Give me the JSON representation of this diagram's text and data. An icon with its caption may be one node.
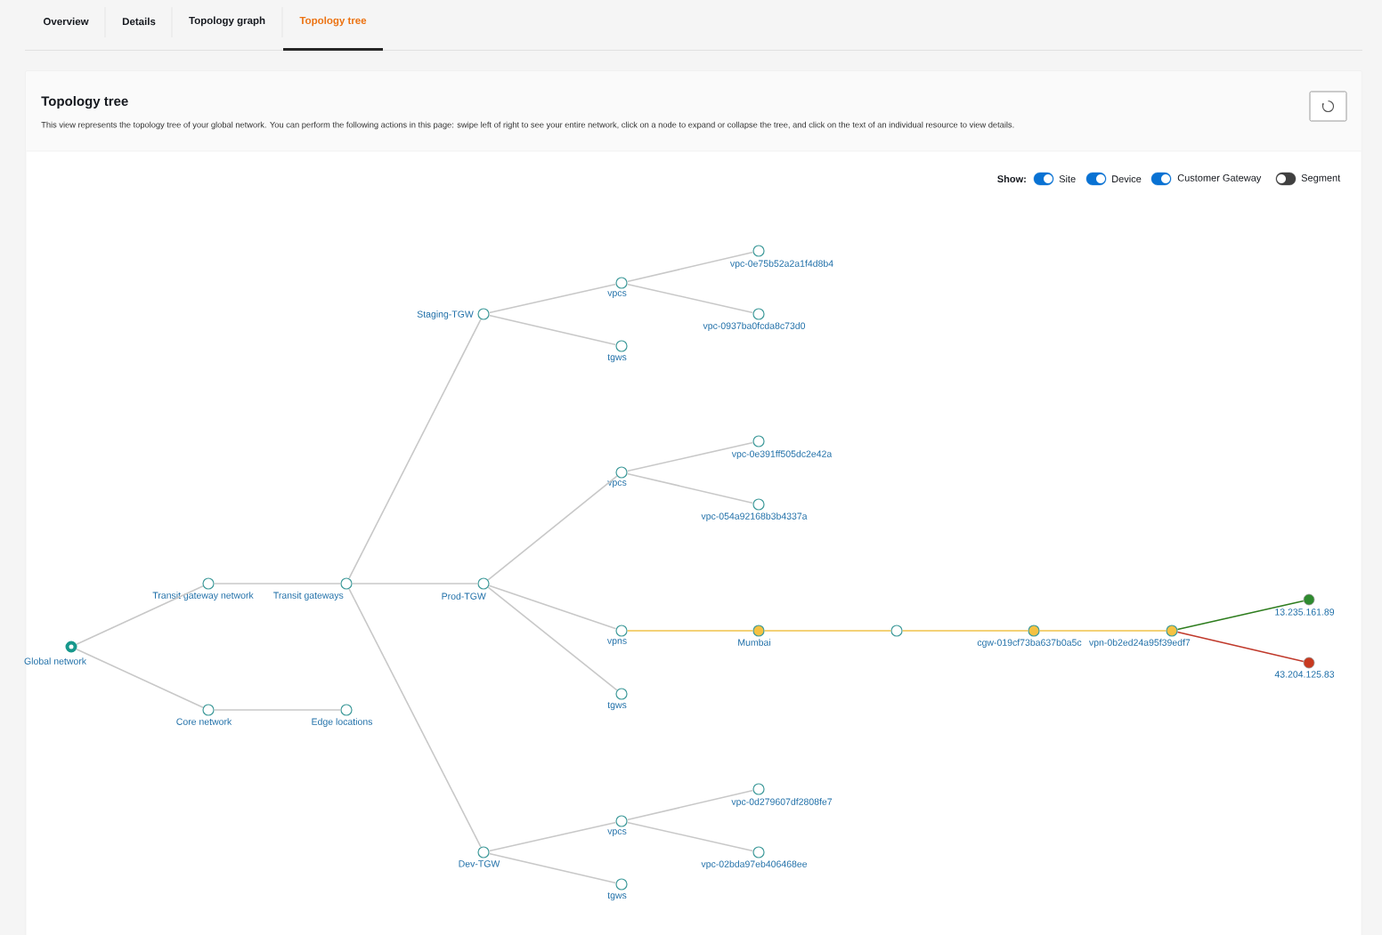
{
  "diagram": {
    "title": "Topology tree",
    "nodes": [
      {
        "text": [
          "Global network"
        ]
      },
      {
        "text": [
          "Transit gateway network"
        ]
      },
      {
        "text": [
          "Core network"
        ]
      },
      {
        "text": [
          "Transit gateways"
        ]
      },
      {
        "text": [
          "Edge locations"
        ]
      },
      {
        "text": [
          "Staging-TGW"
        ]
      },
      {
        "text": [
          "Prod-TGW"
        ]
      },
      {
        "text": [
          "Dev-TGW"
        ]
      },
      {
        "text": [
          "vpcs"
        ]
      },
      {
        "text": [
          "tgws"
        ]
      },
      {
        "text": [
          "vpc-0e75b52a2a1f4d8b4"
        ]
      },
      {
        "text": [
          "vpc-0937ba0fcda8c73d0"
        ]
      },
      {
        "text": [
          "vpcs"
        ]
      },
      {
        "text": [
          "vpns"
        ]
      },
      {
        "text": [
          "tgws"
        ]
      },
      {
        "text": [
          "vpc-0e391ff505dc2e42a"
        ]
      },
      {
        "text": [
          "vpc-054a92168b3b4337a"
        ]
      },
      {
        "text": [
          "Mumbai"
        ]
      },
      {
        "text": [],
        "shape": "circle"
      },
      {
        "text": [
          "cgw-019cf73ba637b0a5c"
        ]
      },
      {
        "text": [
          "vpn-0b2ed24a95f39edf7"
        ]
      },
      {
        "text": [
          "13.235.161.89"
        ]
      },
      {
        "text": [
          "43.204.125.83"
        ]
      },
      {
        "text": [
          "vpcs"
        ]
      },
      {
        "text": [
          "tgws"
        ]
      },
      {
        "text": [
          "vpc-0d279607df2808fe7"
        ]
      },
      {
        "text": [
          "vpc-02bda97eb406468ee"
        ]
      }
    ],
    "edges": [
      {
        "from": 0,
        "to": 1,
        "arrow": "none"
      },
      {
        "from": 0,
        "to": 2,
        "arrow": "none"
      },
      {
        "from": 1,
        "to": 3,
        "arrow": "none"
      },
      {
        "from": 2,
        "to": 4,
        "arrow": "none"
      },
      {
        "from": 3,
        "to": 5,
        "arrow": "none"
      },
      {
        "from": 3,
        "to": 6,
        "arrow": "none"
      },
      {
        "from": 3,
        "to": 7,
        "arrow": "none"
      },
      {
        "from": 5,
        "to": 8,
        "arrow": "none"
      },
      {
        "from": 5,
        "to": 9,
        "arrow": "none"
      },
      {
        "from": 8,
        "to": 10,
        "arrow": "none"
      },
      {
        "from": 8,
        "to": 11,
        "arrow": "none"
      },
      {
        "from": 6,
        "to": 12,
        "arrow": "none"
      },
      {
        "from": 6,
        "to": 13,
        "arrow": "none"
      },
      {
        "from": 6,
        "to": 14,
        "arrow": "none"
      },
      {
        "from": 12,
        "to": 15,
        "arrow": "none"
      },
      {
        "from": 12,
        "to": 16,
        "arrow": "none"
      },
      {
        "from": 13,
        "to": 17,
        "arrow": "none",
        "color": "#f0c24a"
      },
      {
        "from": 17,
        "to": 18,
        "arrow": "none",
        "color": "#f0c24a"
      },
      {
        "from": 18,
        "to": 19,
        "arrow": "none",
        "color": "#f0c24a"
      },
      {
        "from": 19,
        "to": 20,
        "arrow": "none",
        "color": "#f0c24a"
      },
      {
        "from": 20,
        "to": 21,
        "arrow": "none",
        "color": "#2e7d1e"
      },
      {
        "from": 20,
        "to": 22,
        "arrow": "none",
        "color": "#c0392b"
      },
      {
        "from": 7,
        "to": 23,
        "arrow": "none"
      },
      {
        "from": 7,
        "to": 24,
        "arrow": "none"
      },
      {
        "from": 23,
        "to": 25,
        "arrow": "none"
      },
      {
        "from": 23,
        "to": 26,
        "arrow": "none"
      }
    ],
    "labels": [
      "Overview",
      "Details",
      "Topology graph",
      "Topology tree",
      "This view represents the topology tree of your global network. You can perform the following actions in this page: swipe left of right to see your entire network, click on a node to expand or collapse the tree, and click on the text of an individual resource to view details.",
      "Show:",
      "Site",
      "Device",
      "Customer Gateway",
      "Segment"
    ]
  }
}
